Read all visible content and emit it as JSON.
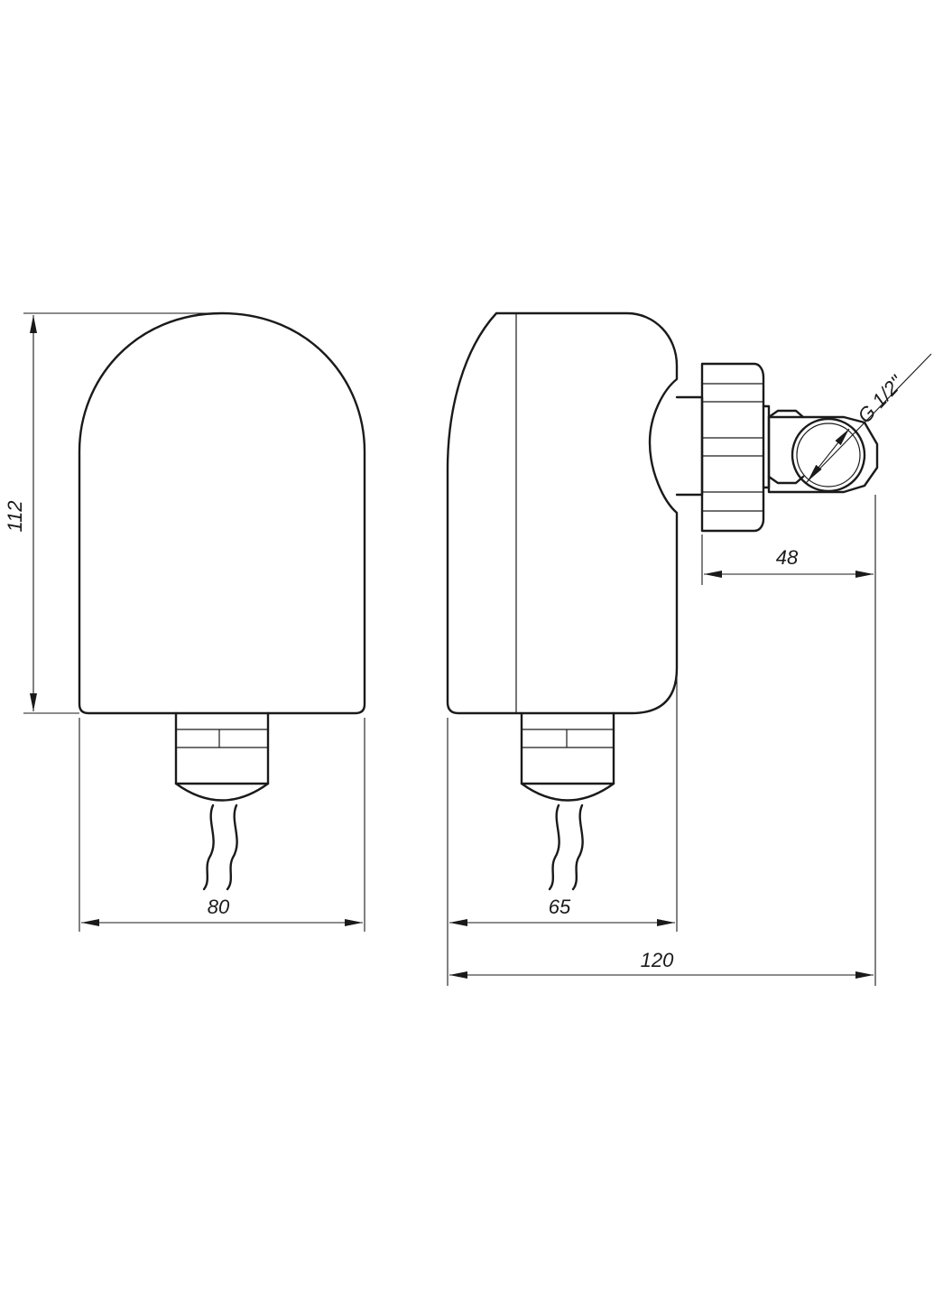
{
  "dimensions": {
    "height": "112",
    "front_width": "80",
    "side_width": "65",
    "overall_length": "120",
    "fitting_length": "48",
    "thread": "G 1/2\""
  },
  "colors": {
    "line": "#1a1a1a",
    "background": "#ffffff"
  }
}
